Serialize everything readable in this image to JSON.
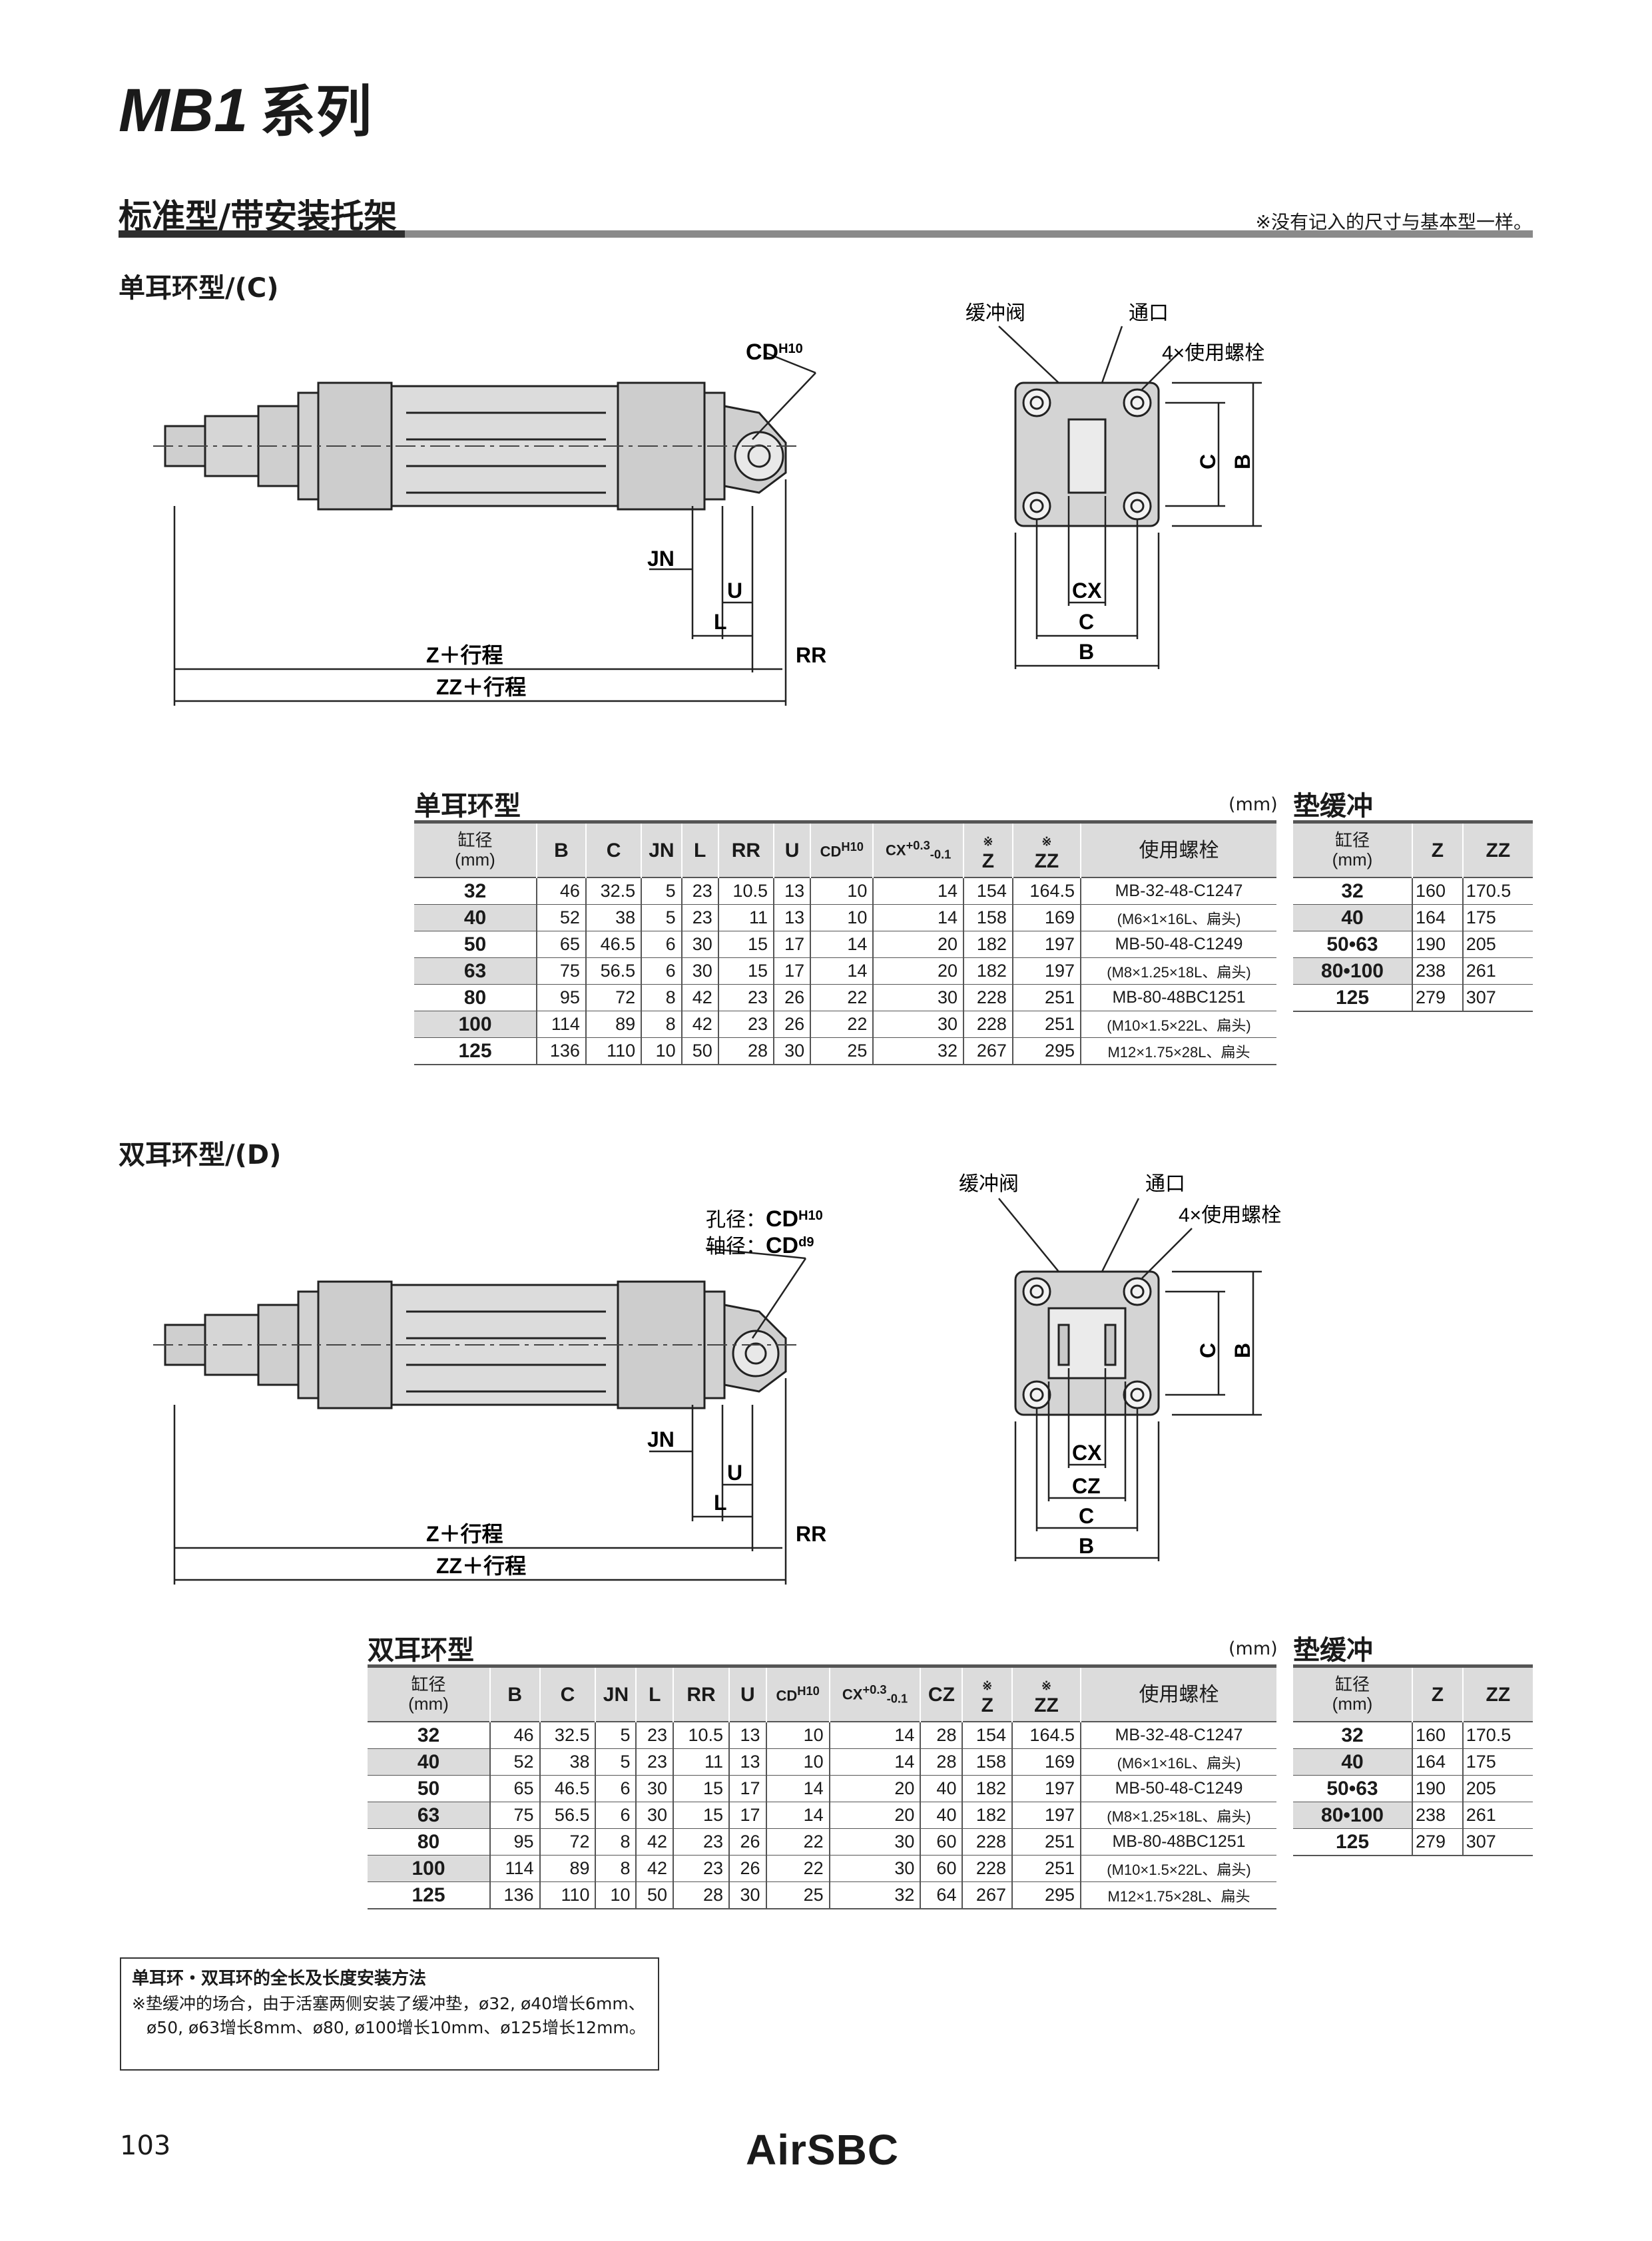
{
  "header": {
    "series_model": "MB1",
    "series_suffix": "系列",
    "section_title": "标准型/带安装托架",
    "section_note": "※没有记入的尺寸与基本型一样。"
  },
  "single_clevis": {
    "heading": "单耳环型/(C)",
    "drawing_labels": {
      "cd": "CD",
      "cd_sup": "H10",
      "jn": "JN",
      "u": "U",
      "l": "L",
      "rr": "RR",
      "z_stroke": "Z＋行程",
      "zz_stroke": "ZZ＋行程",
      "cushion_valve": "缓冲阀",
      "port": "通口",
      "bolts": "4×使用螺栓",
      "cx": "CX",
      "c": "C",
      "b": "B"
    },
    "table": {
      "title": "单耳环型",
      "unit": "(mm)",
      "headers": [
        "缸径(mm)",
        "B",
        "C",
        "JN",
        "L",
        "RR",
        "U",
        "CDH10",
        "CX-0.1+0.3",
        "※Z",
        "※ZZ",
        "使用螺栓"
      ],
      "rows": [
        [
          "32",
          "46",
          "32.5",
          "5",
          "23",
          "10.5",
          "13",
          "10",
          "14",
          "154",
          "164.5"
        ],
        [
          "40",
          "52",
          "38",
          "5",
          "23",
          "11",
          "13",
          "10",
          "14",
          "158",
          "169"
        ],
        [
          "50",
          "65",
          "46.5",
          "6",
          "30",
          "15",
          "17",
          "14",
          "20",
          "182",
          "197"
        ],
        [
          "63",
          "75",
          "56.5",
          "6",
          "30",
          "15",
          "17",
          "14",
          "20",
          "182",
          "197"
        ],
        [
          "80",
          "95",
          "72",
          "8",
          "42",
          "23",
          "26",
          "22",
          "30",
          "228",
          "251"
        ],
        [
          "100",
          "114",
          "89",
          "8",
          "42",
          "23",
          "26",
          "22",
          "30",
          "228",
          "251"
        ],
        [
          "125",
          "136",
          "110",
          "10",
          "50",
          "28",
          "30",
          "25",
          "32",
          "267",
          "295"
        ]
      ],
      "bolts": [
        "MB-32-48-C1247",
        "(M6×1×16L、扁头)",
        "MB-50-48-C1249",
        "(M8×1.25×18L、扁头)",
        "MB-80-48BC1251",
        "(M10×1.5×22L、扁头)",
        "M12×1.75×28L、扁头"
      ]
    }
  },
  "double_clevis": {
    "heading": "双耳环型/(D)",
    "drawing_labels": {
      "hole": "孔径：",
      "hole_cd": "CD",
      "hole_sup": "H10",
      "shaft": "轴径：",
      "shaft_cd": "CD",
      "shaft_sup": "d9",
      "jn": "JN",
      "u": "U",
      "l": "L",
      "rr": "RR",
      "z_stroke": "Z＋行程",
      "zz_stroke": "ZZ＋行程",
      "cushion_valve": "缓冲阀",
      "port": "通口",
      "bolts": "4×使用螺栓",
      "cx": "CX",
      "cz": "CZ",
      "c": "C",
      "b": "B"
    },
    "table": {
      "title": "双耳环型",
      "unit": "(mm)",
      "headers": [
        "缸径(mm)",
        "B",
        "C",
        "JN",
        "L",
        "RR",
        "U",
        "CDH10",
        "CX-0.1+0.3",
        "CZ",
        "※Z",
        "※ZZ",
        "使用螺栓"
      ],
      "rows": [
        [
          "32",
          "46",
          "32.5",
          "5",
          "23",
          "10.5",
          "13",
          "10",
          "14",
          "28",
          "154",
          "164.5"
        ],
        [
          "40",
          "52",
          "38",
          "5",
          "23",
          "11",
          "13",
          "10",
          "14",
          "28",
          "158",
          "169"
        ],
        [
          "50",
          "65",
          "46.5",
          "6",
          "30",
          "15",
          "17",
          "14",
          "20",
          "40",
          "182",
          "197"
        ],
        [
          "63",
          "75",
          "56.5",
          "6",
          "30",
          "15",
          "17",
          "14",
          "20",
          "40",
          "182",
          "197"
        ],
        [
          "80",
          "95",
          "72",
          "8",
          "42",
          "23",
          "26",
          "22",
          "30",
          "60",
          "228",
          "251"
        ],
        [
          "100",
          "114",
          "89",
          "8",
          "42",
          "23",
          "26",
          "22",
          "30",
          "60",
          "228",
          "251"
        ],
        [
          "125",
          "136",
          "110",
          "10",
          "50",
          "28",
          "30",
          "25",
          "32",
          "64",
          "267",
          "295"
        ]
      ],
      "bolts": [
        "MB-32-48-C1247",
        "(M6×1×16L、扁头)",
        "MB-50-48-C1249",
        "(M8×1.25×18L、扁头)",
        "MB-80-48BC1251",
        "(M10×1.5×22L、扁头)",
        "M12×1.75×28L、扁头"
      ]
    }
  },
  "cushion_table": {
    "title": "垫缓冲",
    "headers": [
      "缸径(mm)",
      "Z",
      "ZZ"
    ],
    "rows": [
      [
        "32",
        "160",
        "170.5"
      ],
      [
        "40",
        "164",
        "175"
      ],
      [
        "50•63",
        "190",
        "205"
      ],
      [
        "80•100",
        "238",
        "261"
      ],
      [
        "125",
        "279",
        "307"
      ]
    ]
  },
  "note": {
    "title": "单耳环・双耳环的全长及长度安装方法",
    "body": "※垫缓冲的场合，由于活塞两侧安装了缓冲垫，ø32, ø40增长6mm、ø50, ø63增长8mm、ø80, ø100增长10mm、ø125增长12mm。"
  },
  "footer": {
    "page_number": "103",
    "brand": "AirSBC"
  }
}
